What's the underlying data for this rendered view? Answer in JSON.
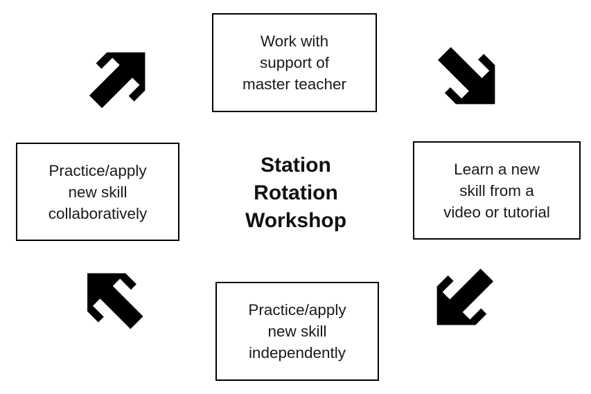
{
  "diagram": {
    "title": {
      "lines": [
        "Station",
        "Rotation",
        "Workshop"
      ]
    },
    "nodes": [
      {
        "id": "top",
        "lines": [
          "Work with",
          "support of",
          "master teacher"
        ]
      },
      {
        "id": "right",
        "lines": [
          "Learn a new",
          "skill from a",
          "video or tutorial"
        ]
      },
      {
        "id": "bottom",
        "lines": [
          "Practice/apply",
          "new skill",
          "independently"
        ]
      },
      {
        "id": "left",
        "lines": [
          "Practice/apply",
          "new skill",
          "collaboratively"
        ]
      }
    ],
    "arrows": [
      {
        "id": "left-to-top",
        "icon": "northeast-arrow-icon",
        "direction": "northeast"
      },
      {
        "id": "top-to-right",
        "icon": "southeast-arrow-icon",
        "direction": "southeast"
      },
      {
        "id": "right-to-bottom",
        "icon": "southwest-arrow-icon",
        "direction": "southwest"
      },
      {
        "id": "bottom-to-left",
        "icon": "northwest-arrow-icon",
        "direction": "northwest"
      }
    ],
    "colors": {
      "arrow": "#000000",
      "node_border": "#000000",
      "text": "#1a1a1a",
      "background": "#ffffff"
    }
  }
}
